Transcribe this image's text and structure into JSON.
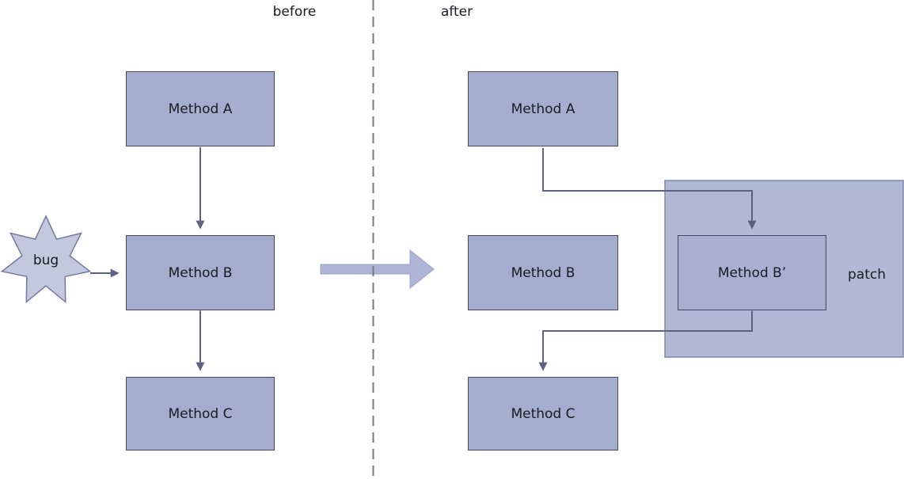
{
  "header": {
    "before_label": "before",
    "after_label": "after"
  },
  "before_panel": {
    "method_a": "Method A",
    "method_b": "Method B",
    "method_c": "Method C",
    "bug": "bug"
  },
  "after_panel": {
    "method_a": "Method A",
    "method_b": "Method B",
    "method_b_prime": "Method B’",
    "method_c": "Method C",
    "patch": "patch"
  },
  "colors": {
    "background": "#ffffff",
    "box_fill": "#a5adce",
    "box_border": "#45485f",
    "patched_box_fill": "#a9afd0",
    "patch_region_fill": "#b3b9d5",
    "patch_region_border": "#8186a8",
    "bug_star_fill": "#c3c8dc",
    "bug_star_border": "#7479a1",
    "connector_line": "#5d6284",
    "divider_line": "#76767f",
    "transition_arrow_fill": "#aeb5d6",
    "transition_arrow_border": "#9aa2c6",
    "text": "#1b1b22"
  }
}
